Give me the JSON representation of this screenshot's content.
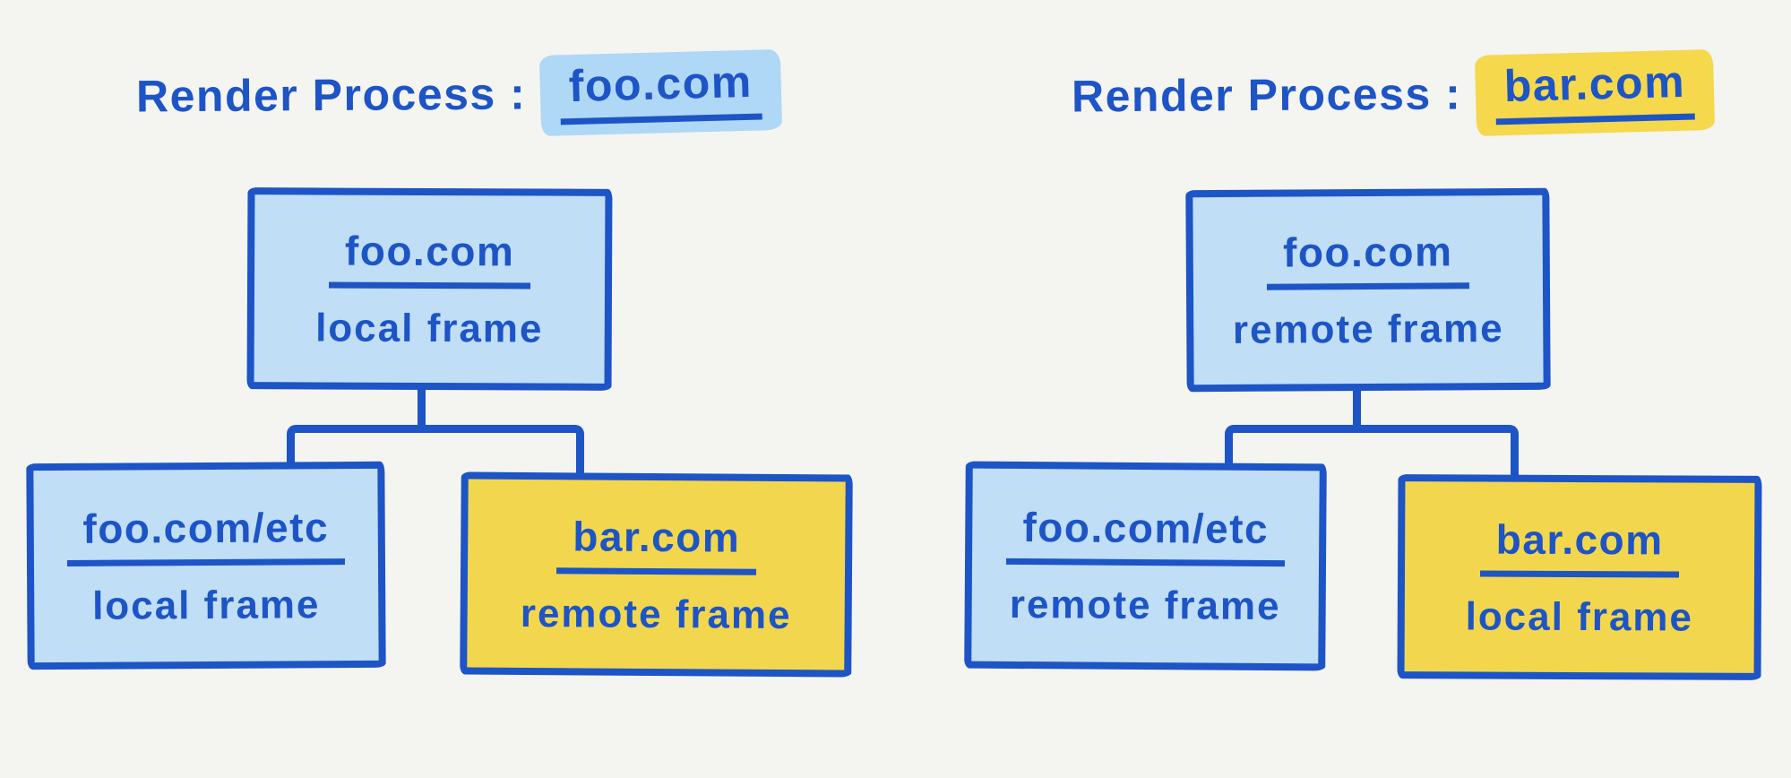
{
  "colors": {
    "background": "#f4f4f1",
    "ink": "#1d54c6",
    "blue_fill": "#c0def5",
    "yellow_fill": "#f2d74e",
    "blue_highlight": "#afd7f6",
    "yellow_highlight": "#f5d84b"
  },
  "trees": [
    {
      "title": {
        "prefix": "Render Process :",
        "domain": "foo.com"
      },
      "root": {
        "domain": "foo.com",
        "frame": "local frame"
      },
      "children": [
        {
          "domain": "foo.com/etc",
          "frame": "local frame"
        },
        {
          "domain": "bar.com",
          "frame": "remote frame"
        }
      ]
    },
    {
      "title": {
        "prefix": "Render Process :",
        "domain": "bar.com"
      },
      "root": {
        "domain": "foo.com",
        "frame": "remote frame"
      },
      "children": [
        {
          "domain": "foo.com/etc",
          "frame": "remote frame"
        },
        {
          "domain": "bar.com",
          "frame": "local frame"
        }
      ]
    }
  ]
}
